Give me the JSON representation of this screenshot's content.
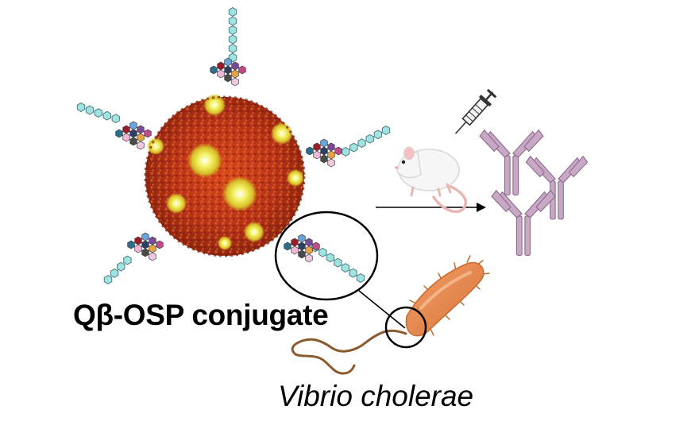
{
  "labels": {
    "conjugate": "Qβ-OSP conjugate",
    "bacterium": "Vibrio cholerae"
  },
  "colors": {
    "capsid_red": "#b83218",
    "capsid_orange": "#e0701c",
    "capsid_yellow": "#f5f25a",
    "chain_cyan": "#9fe3e3",
    "antibody": "#c9a8c6",
    "bacterium": "#e8874e",
    "flagellum": "#8a5a2c"
  },
  "icons": [
    "virus-capsid",
    "sugar-chain",
    "mouse",
    "syringe",
    "antibody",
    "bacterium"
  ]
}
